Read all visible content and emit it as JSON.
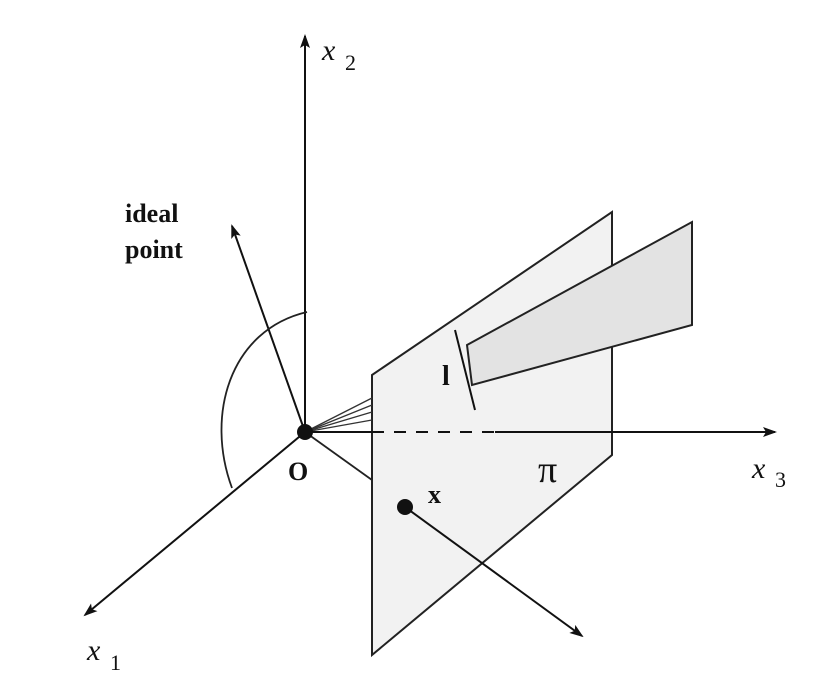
{
  "axes": {
    "x1": {
      "main": "x",
      "sub": "1"
    },
    "x2": {
      "main": "x",
      "sub": "2"
    },
    "x3": {
      "main": "x",
      "sub": "3"
    }
  },
  "labels": {
    "ideal_line1": "ideal",
    "ideal_line2": "point",
    "origin": "O",
    "plane": "π",
    "line": "l",
    "point": "x"
  }
}
